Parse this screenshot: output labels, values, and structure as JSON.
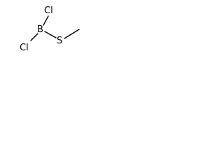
{
  "structure": {
    "atoms": {
      "chlorine_top": "Cl",
      "chlorine_left": "Cl",
      "boron": "B",
      "sulfur": "S"
    },
    "bonds": [
      {
        "from": "boron",
        "to": "chlorine_top",
        "order": 1
      },
      {
        "from": "boron",
        "to": "chlorine_left",
        "order": 1
      },
      {
        "from": "boron",
        "to": "sulfur",
        "order": 1
      },
      {
        "from": "sulfur",
        "to": "methyl",
        "order": 1
      }
    ]
  }
}
